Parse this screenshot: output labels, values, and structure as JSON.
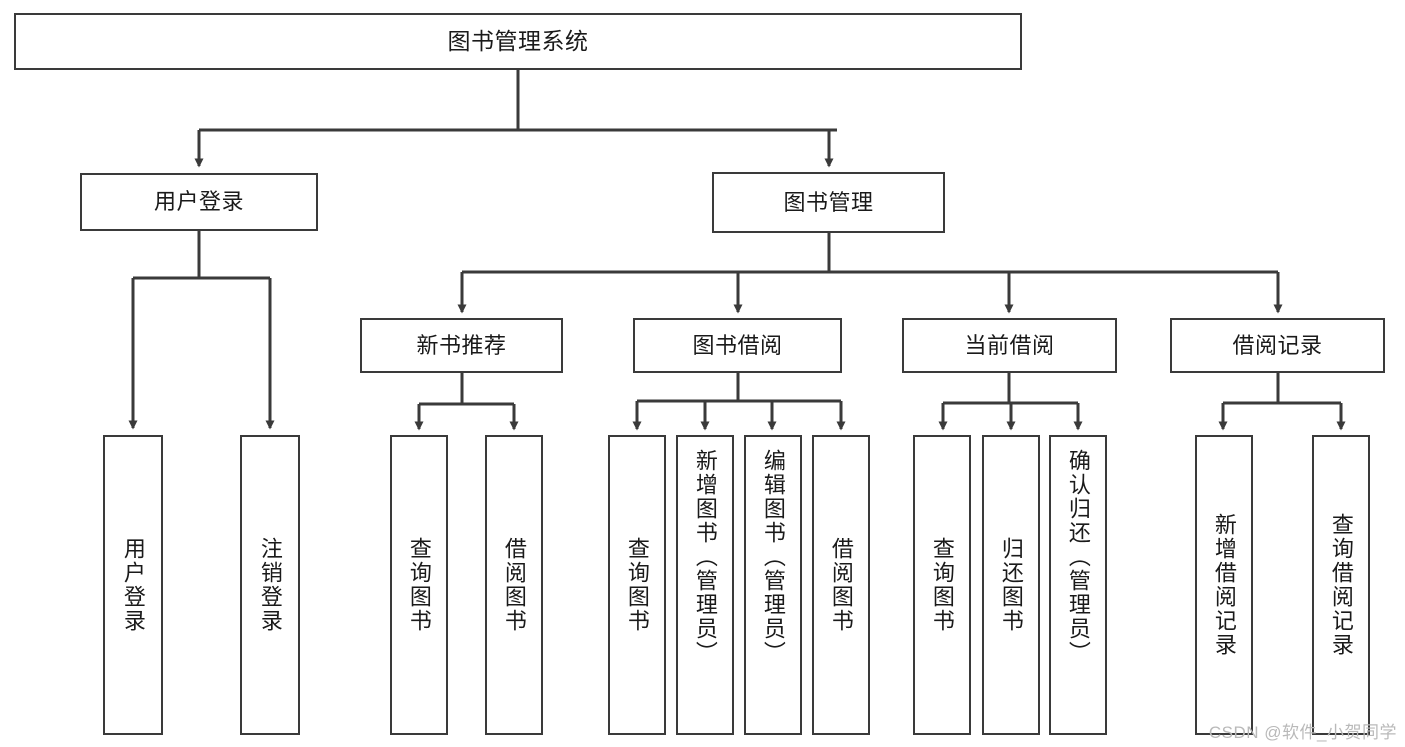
{
  "diagram": {
    "title": "图书管理系统",
    "watermark": "CSDN @软件_小贺同学",
    "colors": {
      "stroke": "#3a3a3a",
      "fill": "#ffffff",
      "text": "#1a1a1a",
      "watermark": "#b9b9b9"
    },
    "nodes": {
      "root": {
        "label": "图书管理系统"
      },
      "level1": [
        {
          "id": "user-login",
          "label": "用户登录"
        },
        {
          "id": "book-management",
          "label": "图书管理"
        }
      ],
      "level2": [
        {
          "id": "new-book-recommend",
          "label": "新书推荐"
        },
        {
          "id": "book-borrow",
          "label": "图书借阅"
        },
        {
          "id": "current-borrow",
          "label": "当前借阅"
        },
        {
          "id": "borrow-record",
          "label": "借阅记录"
        }
      ],
      "leaves": {
        "user_login": [
          {
            "id": "leaf-user-login",
            "label": "用户登录"
          },
          {
            "id": "leaf-logout-login",
            "label": "注销登录"
          }
        ],
        "new_book_recommend": [
          {
            "id": "leaf-query-book-1",
            "label": "查询图书"
          },
          {
            "id": "leaf-borrow-book-1",
            "label": "借阅图书"
          }
        ],
        "book_borrow": [
          {
            "id": "leaf-query-book-2",
            "label": "查询图书"
          },
          {
            "id": "leaf-add-book",
            "label": "新增图书（管理员）"
          },
          {
            "id": "leaf-edit-book",
            "label": "编辑图书（管理员）"
          },
          {
            "id": "leaf-borrow-book-2",
            "label": "借阅图书"
          }
        ],
        "current_borrow": [
          {
            "id": "leaf-query-book-3",
            "label": "查询图书"
          },
          {
            "id": "leaf-return-book",
            "label": "归还图书"
          },
          {
            "id": "leaf-confirm-return",
            "label": "确认归还（管理员）"
          }
        ],
        "borrow_record": [
          {
            "id": "leaf-add-borrow-record",
            "label": "新增借阅记录"
          },
          {
            "id": "leaf-query-borrow-record",
            "label": "查询借阅记录"
          }
        ]
      }
    }
  }
}
